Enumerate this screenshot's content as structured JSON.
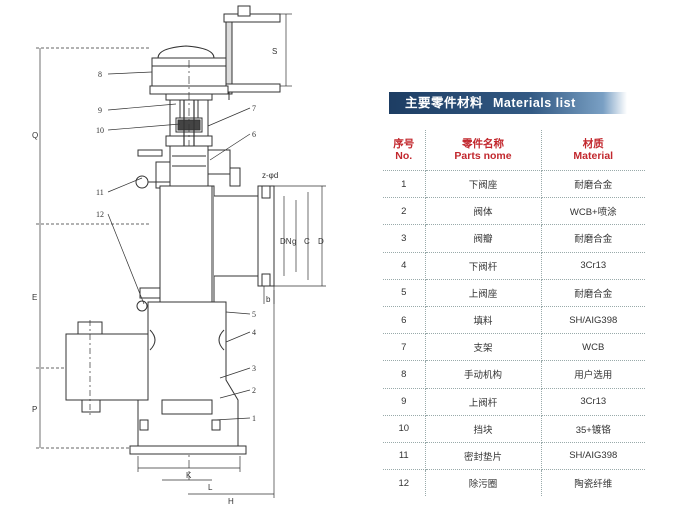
{
  "dimension_labels": {
    "S": "S",
    "Q": "Q",
    "E": "E",
    "P": "P",
    "K": "K",
    "L": "L",
    "H": "H",
    "DN": "DN",
    "g": "g",
    "C": "C",
    "D": "D",
    "b": "b",
    "flange_note": "z-φd"
  },
  "callouts": [
    "8",
    "9",
    "10",
    "11",
    "12",
    "7",
    "6",
    "5",
    "4",
    "3",
    "2",
    "1"
  ],
  "materials": {
    "title_cn": "主要零件材料",
    "title_en": "Materials list",
    "header": {
      "no_cn": "序号",
      "no_en": "No.",
      "name_cn": "零件名称",
      "name_en": "Parts nome",
      "material_cn": "材质",
      "material_en": "Material"
    },
    "rows": [
      {
        "no": "1",
        "name": "下阀座",
        "material": "耐磨合金"
      },
      {
        "no": "2",
        "name": "阀体",
        "material": "WCB+喷涂"
      },
      {
        "no": "3",
        "name": "阀瓣",
        "material": "耐磨合金"
      },
      {
        "no": "4",
        "name": "下阀杆",
        "material": "3Cr13"
      },
      {
        "no": "5",
        "name": "上阀座",
        "material": "耐磨合金"
      },
      {
        "no": "6",
        "name": "填料",
        "material": "SH/AIG398"
      },
      {
        "no": "7",
        "name": "支架",
        "material": "WCB"
      },
      {
        "no": "8",
        "name": "手动机构",
        "material": "用户选用"
      },
      {
        "no": "9",
        "name": "上阀杆",
        "material": "3Cr13"
      },
      {
        "no": "10",
        "name": "挡块",
        "material": "35+镀铬"
      },
      {
        "no": "11",
        "name": "密封垫片",
        "material": "SH/AIG398"
      },
      {
        "no": "12",
        "name": "除污圈",
        "material": "陶瓷纤维"
      }
    ]
  }
}
